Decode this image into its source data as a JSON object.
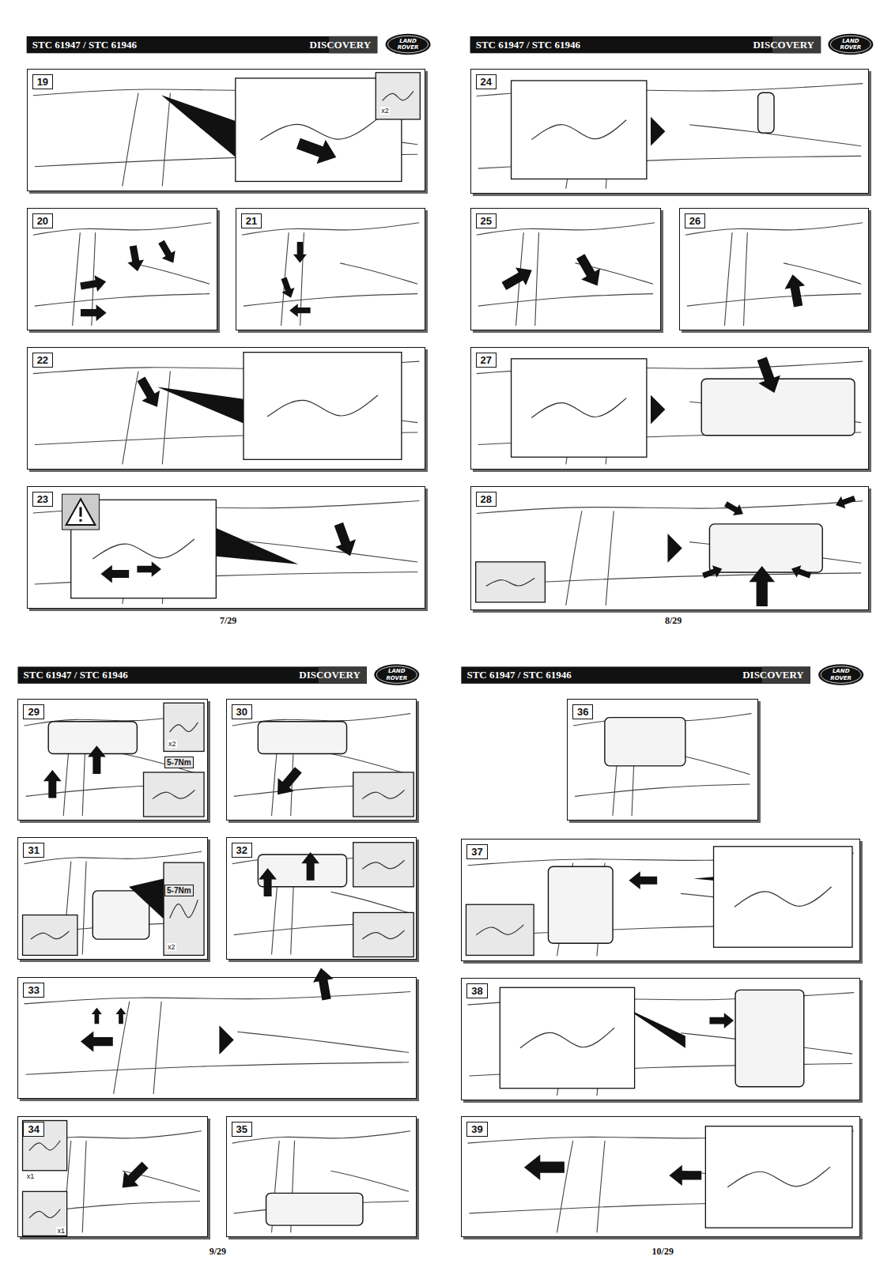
{
  "diagram": {
    "nodes": [
      {
        "text": [
          "19"
        ]
      },
      {
        "text": [
          "20"
        ]
      },
      {
        "text": [
          "21"
        ]
      },
      {
        "text": [
          "22"
        ]
      },
      {
        "text": [
          "23"
        ]
      },
      {
        "text": [
          "24"
        ]
      },
      {
        "text": [
          "25"
        ]
      },
      {
        "text": [
          "26"
        ]
      },
      {
        "text": [
          "27"
        ]
      },
      {
        "text": [
          "28"
        ]
      },
      {
        "text": [
          "29"
        ]
      },
      {
        "text": [
          "30"
        ]
      },
      {
        "text": [
          "31"
        ]
      },
      {
        "text": [
          "32"
        ]
      },
      {
        "text": [
          "33"
        ]
      },
      {
        "text": [
          "34"
        ]
      },
      {
        "text": [
          "35"
        ]
      },
      {
        "text": [
          "36"
        ]
      },
      {
        "text": [
          "37"
        ]
      },
      {
        "text": [
          "38"
        ]
      },
      {
        "text": [
          "39"
        ]
      }
    ],
    "labels": [
      "STC 61947 / STC 61946",
      "DISCOVERY",
      "LAND",
      "ROVER",
      "x2",
      "7/29",
      "STC 61947 / STC 61946",
      "DISCOVERY",
      "LAND",
      "ROVER",
      "8/29",
      "STC 61947 / STC 61946",
      "DISCOVERY",
      "LAND",
      "ROVER",
      "x2",
      "5-7Nm",
      "5-7Nm",
      "x2",
      "x1",
      "x1",
      "9/29",
      "STC 61947 / STC 61946",
      "DISCOVERY",
      "LAND",
      "ROVER",
      "10/29"
    ]
  }
}
